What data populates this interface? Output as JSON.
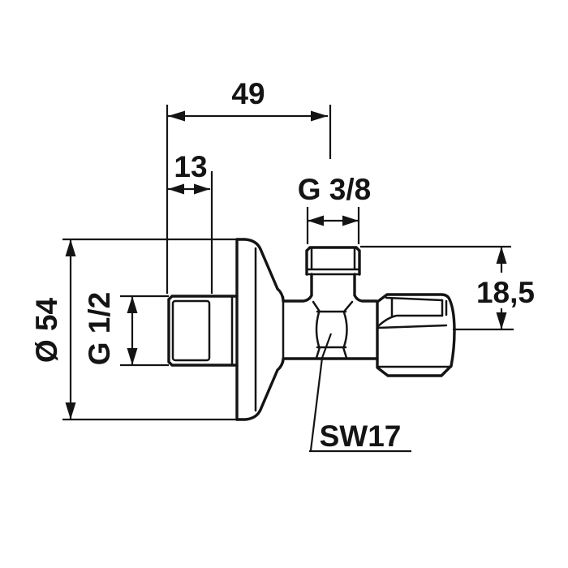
{
  "page": {
    "background_color": "#ffffff",
    "line_color": "#141414"
  },
  "drawing": {
    "labels": {
      "total_width": "49",
      "thread_length": "13",
      "top_outlet_thread": "G 3/8",
      "outlet_height": "18,5",
      "rosette_diameter": "Ø 54",
      "inlet_thread": "G 1/2",
      "wrench_size": "SW17"
    }
  }
}
